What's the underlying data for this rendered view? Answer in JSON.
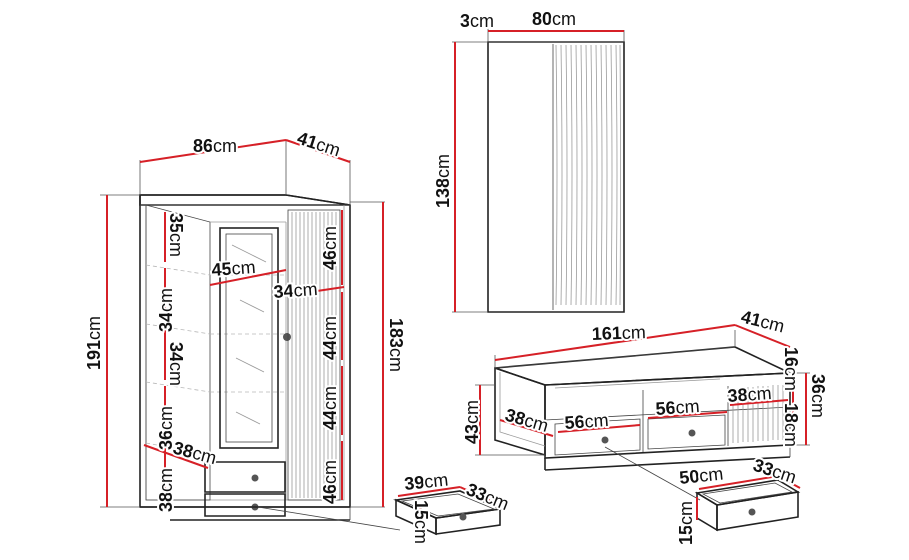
{
  "unit": "cm",
  "dimensions": {
    "wardrobe_width": "86",
    "wardrobe_depth": "41",
    "wardrobe_height": "191",
    "wardrobe_inner_height": "183",
    "shelf_top": "35",
    "shelf_2": "34",
    "shelf_3": "34",
    "shelf_4": "36",
    "drawer_bottom_height": "38",
    "drawer_depth_label": "38",
    "glass_door_width": "45",
    "right_section_width": "34",
    "right_top": "46",
    "right_mid1": "44",
    "right_mid2": "44",
    "right_bottom": "46",
    "small_drawer_width": "39",
    "small_drawer_depth": "33",
    "small_drawer_height": "15",
    "mirror_depth": "3",
    "mirror_width": "80",
    "mirror_height": "138",
    "tv_width": "161",
    "tv_depth": "41",
    "tv_height": "43",
    "tv_right_height": "36",
    "tv_top_section": "16",
    "tv_bottom_section": "18",
    "tv_left_section": "38",
    "tv_drawer_1": "56",
    "tv_drawer_2": "56",
    "tv_right_section": "38",
    "tv_drawer_out_width": "50",
    "tv_drawer_out_depth": "33",
    "tv_drawer_out_height": "15"
  }
}
